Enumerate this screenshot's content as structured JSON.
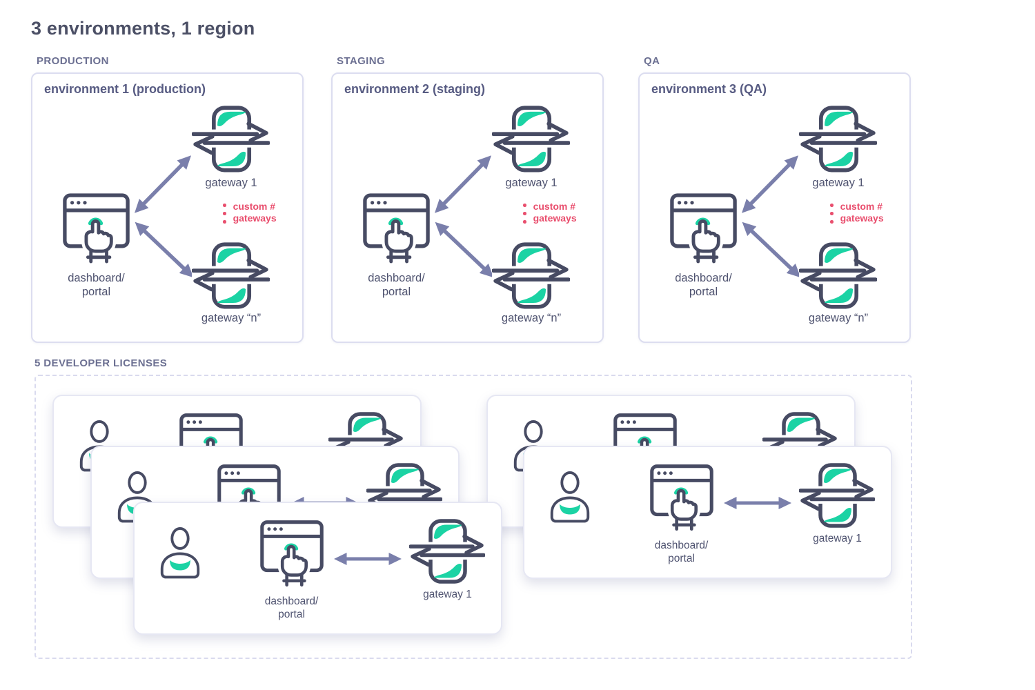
{
  "title": "3 environments, 1 region",
  "colors": {
    "navy": "#474B63",
    "teal": "#1BD3A4",
    "arrow": "#7A7FAB",
    "red": "#E94F6E",
    "title": "#4C5066",
    "header_text": "#575B82",
    "label_text": "#4F5370",
    "section_label": "#6C7092",
    "env_border": "#DCDDF0",
    "card_border": "#E6E7F3",
    "dashed_border": "#D9DAEE"
  },
  "icons": {
    "gateway": "gateway-icon",
    "dashboard": "dashboard-portal-icon",
    "person": "developer-icon",
    "double_arrow": "double-arrow-icon",
    "red_dots": "ellipsis-dots-icon"
  },
  "environments": [
    {
      "section_label": "PRODUCTION",
      "header": "environment 1 (production)",
      "gateway_top": "gateway 1",
      "gateway_bottom": "gateway “n”",
      "custom_note": {
        "line1": "custom #",
        "line2": "gateways"
      },
      "dashboard": {
        "line1": "dashboard/",
        "line2": "portal"
      }
    },
    {
      "section_label": "STAGING",
      "header": "environment 2 (staging)",
      "gateway_top": "gateway 1",
      "gateway_bottom": "gateway “n”",
      "custom_note": {
        "line1": "custom #",
        "line2": "gateways"
      },
      "dashboard": {
        "line1": "dashboard/",
        "line2": "portal"
      }
    },
    {
      "section_label": "QA",
      "header": "environment 3 (QA)",
      "gateway_top": "gateway 1",
      "gateway_bottom": "gateway “n”",
      "custom_note": {
        "line1": "custom #",
        "line2": "gateways"
      },
      "dashboard": {
        "line1": "dashboard/",
        "line2": "portal"
      }
    }
  ],
  "developer_licenses": {
    "section_label": "5 DEVELOPER LICENSES",
    "count": 5,
    "card": {
      "dashboard_line1": "dashboard/",
      "dashboard_line2": "portal",
      "gateway_label": "gateway 1"
    }
  }
}
